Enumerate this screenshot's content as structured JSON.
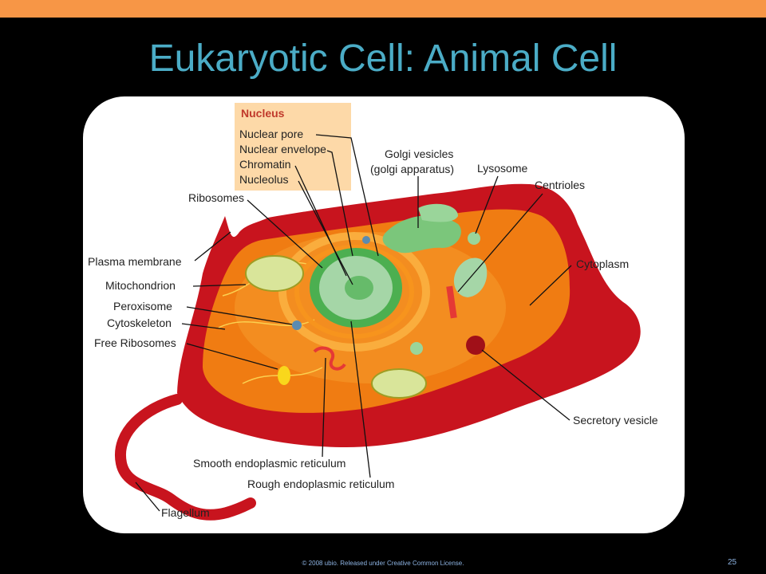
{
  "slide": {
    "title": "Eukaryotic Cell: Animal Cell",
    "footer": "© 2008 ubio. Released under Creative Common License.",
    "page_number": "25"
  },
  "diagram": {
    "nucleus_box": {
      "heading": "Nucleus",
      "items": [
        "Nuclear pore",
        "Nuclear envelope",
        "Chromatin",
        "Nucleolus"
      ]
    },
    "labels": {
      "ribosomes": "Ribosomes",
      "golgi_1": "Golgi vesicles",
      "golgi_2": "(golgi apparatus)",
      "lysosome": "Lysosome",
      "centrioles": "Centrioles",
      "plasma_membrane": "Plasma membrane",
      "mitochondrion": "Mitochondrion",
      "peroxisome": "Peroxisome",
      "cytoskeleton": "Cytoskeleton",
      "free_ribosomes": "Free Ribosomes",
      "cytoplasm": "Cytoplasm",
      "secretory_vesicle": "Secretory vesicle",
      "smooth_er": "Smooth endoplasmic reticulum",
      "rough_er": "Rough endoplasmic reticulum",
      "flagellum": "Flagellum"
    },
    "colors": {
      "membrane": "#c8141e",
      "cytoplasm": "#f07c12",
      "nucleus_box": "#fdd9a8",
      "nucleus_green": "#4caf50",
      "accent_title": "#4bacc6",
      "top_bar": "#f79646"
    }
  }
}
